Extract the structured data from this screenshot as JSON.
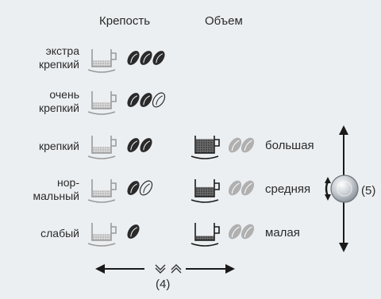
{
  "headers": {
    "strength": "Крепость",
    "volume": "Объем"
  },
  "strength_levels": [
    {
      "line1": "экстра",
      "line2": "крепкий",
      "beans_filled": 3
    },
    {
      "line1": "очень",
      "line2": "крепкий",
      "beans_filled": 2
    },
    {
      "line1": "крепкий",
      "line2": "",
      "beans_filled": 2
    },
    {
      "line1": "нор-",
      "line2": "мальный",
      "beans_filled": 1
    },
    {
      "line1": "слабый",
      "line2": "",
      "beans_filled": 1
    }
  ],
  "volume_levels": [
    {
      "label": "большая",
      "fill": 0.8
    },
    {
      "label": "средняя",
      "fill": 0.55
    },
    {
      "label": "малая",
      "fill": 0.25
    }
  ],
  "knob_label": "(5)",
  "bottom_label": "(4)",
  "icons": {
    "chevrons": "chevron-down-up-icon",
    "knob": "rotary-knob-icon",
    "cup": "coffee-cup-icon",
    "bean": "coffee-bean-icon"
  },
  "colors": {
    "background": "#eceff2",
    "strength_cup": "#9a9a9a",
    "volume_cup": "#1a1a1a",
    "bean_dark": "#2a2a2a",
    "bean_light": "#b0b0b0"
  }
}
